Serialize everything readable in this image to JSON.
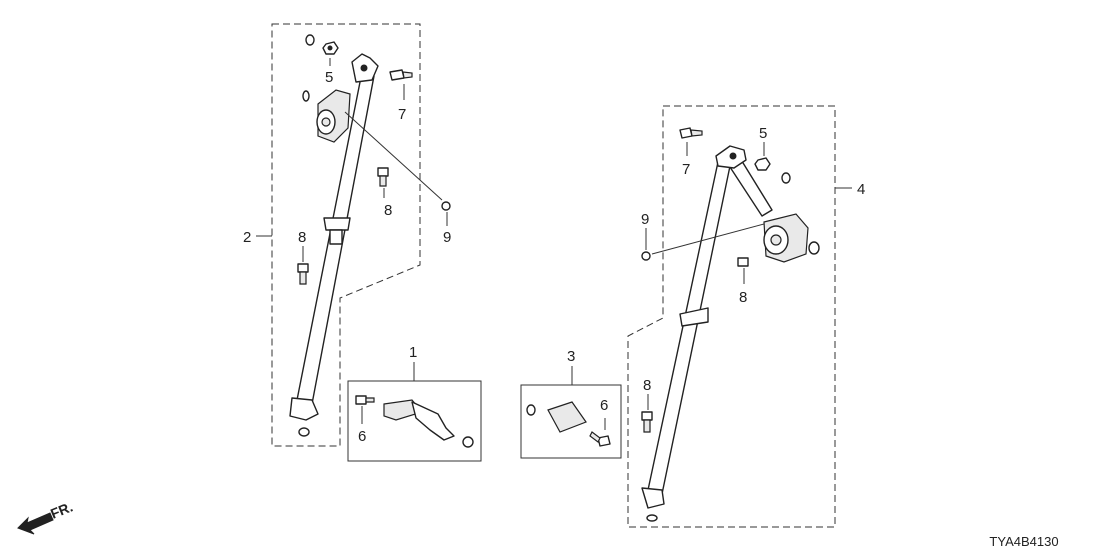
{
  "callouts": {
    "c1": "1",
    "c2": "2",
    "c3": "3",
    "c4": "4",
    "c5a": "5",
    "c5b": "5",
    "c6a": "6",
    "c6b": "6",
    "c7a": "7",
    "c7b": "7",
    "c8a": "8",
    "c8b": "8",
    "c8c": "8",
    "c8d": "8",
    "c9a": "9",
    "c9b": "9"
  },
  "front_label": "FR.",
  "diagram_code": "TYA4B4130",
  "colors": {
    "line": "#222222",
    "background": "#ffffff"
  }
}
